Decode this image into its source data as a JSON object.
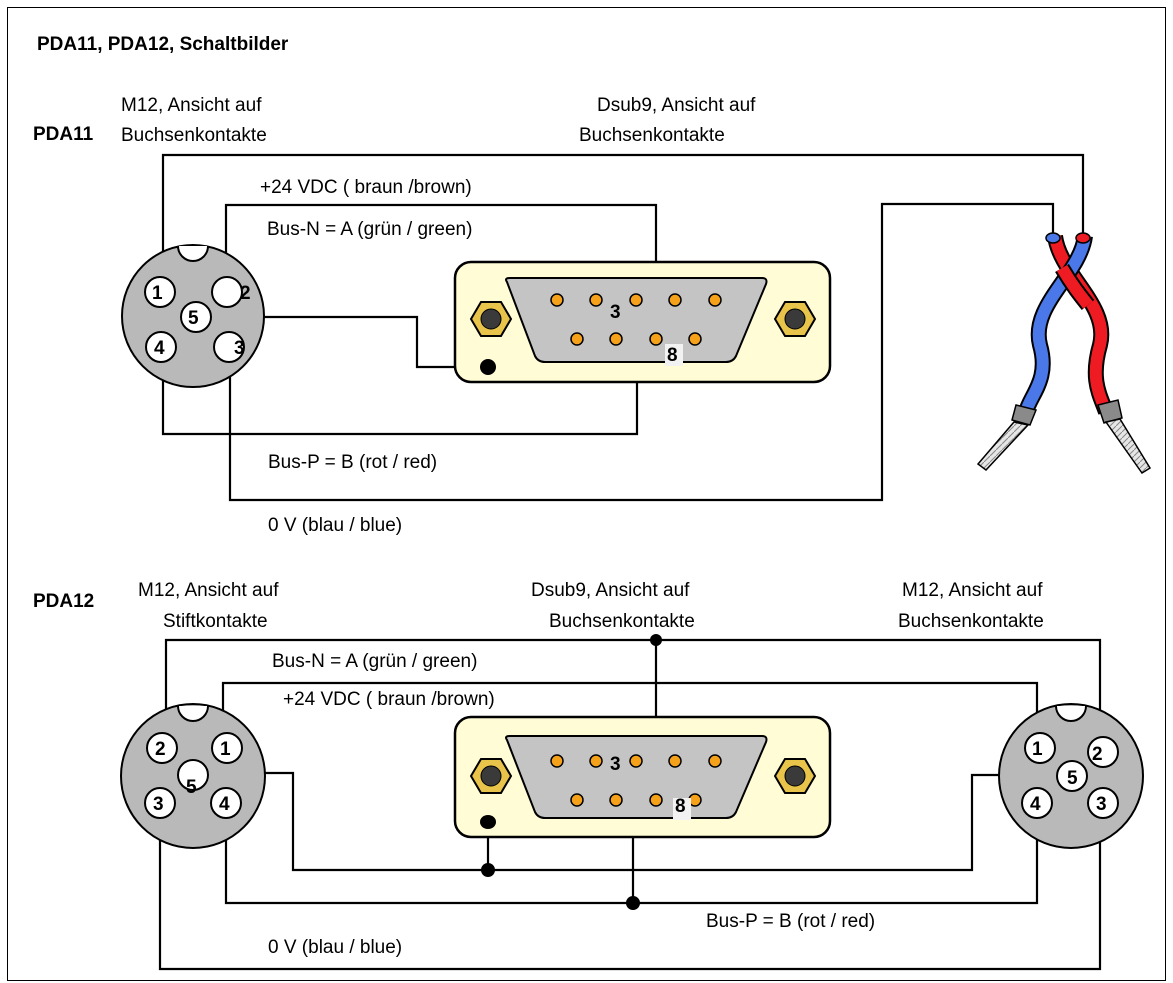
{
  "title": "PDA11, PDA12, Schaltbilder",
  "pda11": {
    "name": "PDA11",
    "m12_caption_1": "M12, Ansicht auf",
    "m12_caption_2": "Buchsenkontakte",
    "dsub_caption_1": "Dsub9, Ansicht auf",
    "dsub_caption_2": "Buchsenkontakte",
    "wire_24v": "+24 VDC ( braun /brown)",
    "wire_busn": "Bus-N = A (grün / green)",
    "wire_busp": "Bus-P = B (rot / red)",
    "wire_0v": "0 V (blau / blue)",
    "m12_pins": [
      "1",
      "2",
      "5",
      "4",
      "3"
    ],
    "dsub_pins": [
      "3",
      "8"
    ]
  },
  "pda12": {
    "name": "PDA12",
    "m12_left_caption_1": "M12, Ansicht auf",
    "m12_left_caption_2": "Stiftkontakte",
    "dsub_caption_1": "Dsub9, Ansicht auf",
    "dsub_caption_2": "Buchsenkontakte",
    "m12_right_caption_1": "M12, Ansicht auf",
    "m12_right_caption_2": "Buchsenkontakte",
    "wire_busn": "Bus-N = A (grün / green)",
    "wire_24v": "+24 VDC ( braun /brown)",
    "wire_busp": "Bus-P = B (rot / red)",
    "wire_0v": "0 V (blau / blue)",
    "m12_left_pins": [
      "2",
      "1",
      "5",
      "3",
      "4"
    ],
    "m12_right_pins": [
      "1",
      "2",
      "5",
      "4",
      "3"
    ],
    "dsub_pins": [
      "3",
      "8"
    ]
  },
  "colors": {
    "connector_fill": "#fffcd6",
    "m12_fill": "#b9b9b9",
    "dsub_fill": "#c4c4c4",
    "pin_fill": "#f5a21a",
    "nut_fill": "#e8c44a",
    "wire_red": "#ee1b23",
    "wire_blue": "#4a78e8"
  }
}
